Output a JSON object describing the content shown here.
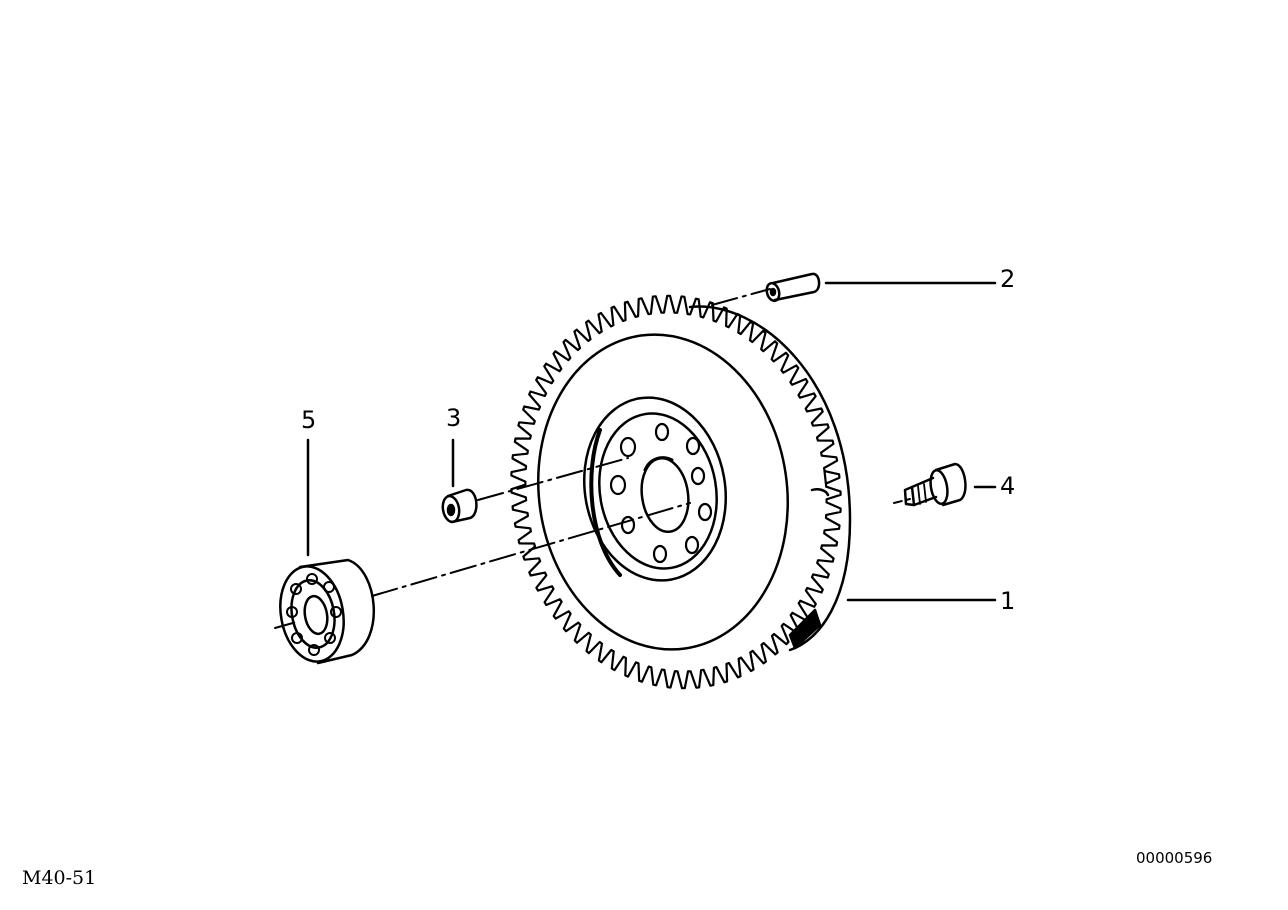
{
  "diagram": {
    "code": "M40-51",
    "reference": "00000596",
    "ink_color": "#000000",
    "background": "#ffffff",
    "parts": [
      {
        "number": "1",
        "part": "flywheel"
      },
      {
        "number": "2",
        "part": "dowel-pin"
      },
      {
        "number": "3",
        "part": "bushing"
      },
      {
        "number": "4",
        "part": "bolt"
      },
      {
        "number": "5",
        "part": "ball-bearing"
      }
    ]
  }
}
